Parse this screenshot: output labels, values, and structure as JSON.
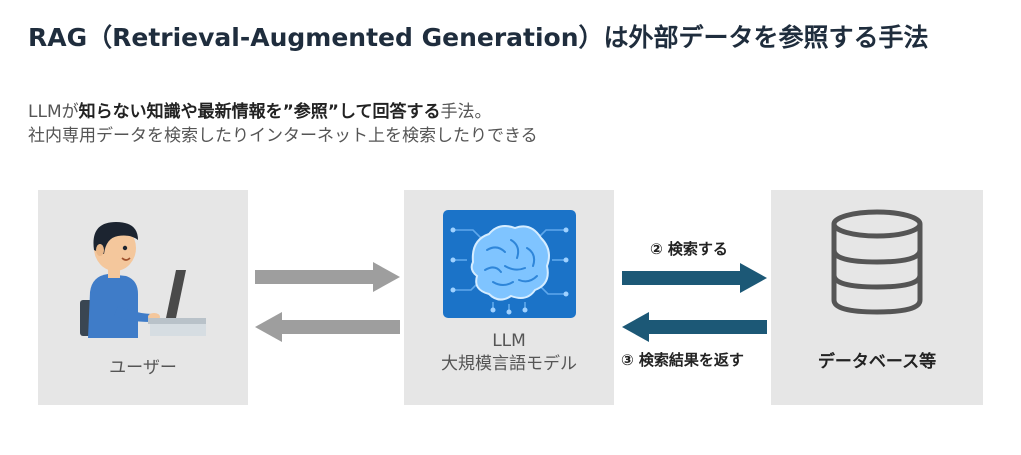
{
  "title": "RAG（Retrieval-Augmented Generation）は外部データを参照する手法",
  "description": {
    "line1_prefix": "LLMが",
    "line1_bold": "知らない知識や最新情報を”参照”して回答する",
    "line1_suffix": "手法。",
    "line2": "社内専用データを検索したりインターネット上を検索したりできる"
  },
  "nodes": {
    "user": {
      "label": "ユーザー"
    },
    "llm": {
      "label_line1": "LLM",
      "label_line2": "大規模言語モデル"
    },
    "database": {
      "label": "データベース等"
    }
  },
  "steps": {
    "search": "② 検索する",
    "return_results": "③ 検索結果を返す"
  },
  "colors": {
    "gray_arrow": "#9e9e9e",
    "blue_arrow": "#1c5876",
    "box_bg": "#e6e6e6",
    "brain_panel": "#1b73c8",
    "brain": "#7fc4ff"
  },
  "icons": [
    "user-at-laptop-illustration",
    "brain-circuit-illustration",
    "database-icon"
  ]
}
